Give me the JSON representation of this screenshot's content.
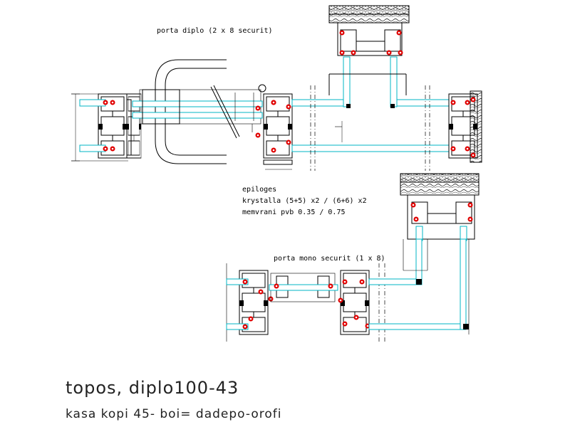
{
  "labels": {
    "double_door": "porta diplo (2 x 8 securit)",
    "options_heading": "epiloges",
    "glass_options": "krystalla (5+5) x2 / (6+6) x2",
    "membrane_options": "memvrani pvb 0.35 / 0.75",
    "single_door": "porta mono securit (1 x 8)"
  },
  "title": {
    "main": "topos, diplo100-43",
    "sub": "kasa kopi 45- boi= dadepo-orofi"
  },
  "colors": {
    "glass": "#00b5c4",
    "gasket": "#e00000",
    "line": "#000000"
  }
}
